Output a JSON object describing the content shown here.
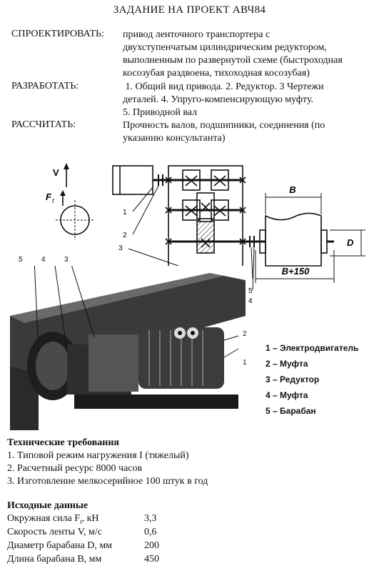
{
  "title": "ЗАДАНИЕ НА ПРОЕКТ АВЧ84",
  "sections": [
    {
      "label": "СПРОЕКТИРОВАТЬ:",
      "lines": [
        "привод ленточного транспортера с",
        "двухступенчатым цилиндрическим редуктором,",
        "выполненным по развернутой схеме (быстроходная",
        "косозубая раздвоена, тихоходная косозубая)"
      ]
    },
    {
      "label": "РАЗРАБОТАТЬ:",
      "lines": [
        " 1. Общий вид привода. 2. Редуктор. 3 Чертежи",
        "деталей. 4. Упруго-компенсирующую муфту.",
        "5. Приводной вал"
      ]
    },
    {
      "label": "РАССЧИТАТЬ:",
      "lines": [
        "Прочность валов, подшипники, соединения (по",
        "указанию консультанта)"
      ]
    }
  ],
  "diagram": {
    "v_label": "V",
    "ft_label": "F",
    "ft_sub": "t",
    "b_label": "B",
    "b150_label": "B+150",
    "d_label": "D",
    "callouts": [
      "1",
      "2",
      "3",
      "5",
      "4"
    ]
  },
  "photo_callouts": [
    "5",
    "4",
    "3",
    "2",
    "1"
  ],
  "legend": [
    "1 – Электродвигатель",
    "2 – Муфта",
    "3 – Редуктор",
    "4 – Муфта",
    "5 – Барабан"
  ],
  "tech": {
    "title": "Технические требования",
    "items": [
      "1. Типовой режим нагружения I (тяжелый)",
      "2. Расчетный ресурс 8000 часов",
      "3. Изготовление мелкосерийное 100 штук в год"
    ]
  },
  "source": {
    "title": "Исходные данные",
    "rows": [
      {
        "label": "Окружная сила F",
        "sub": "t",
        "unit": ", кН",
        "value": "3,3"
      },
      {
        "label": "Скорость ленты V, м/с",
        "sub": "",
        "unit": "",
        "value": "0,6"
      },
      {
        "label": "Диаметр барабана D, мм",
        "sub": "",
        "unit": "",
        "value": "200"
      },
      {
        "label": "Длина барабана B, мм",
        "sub": "",
        "unit": "",
        "value": "450"
      }
    ]
  }
}
